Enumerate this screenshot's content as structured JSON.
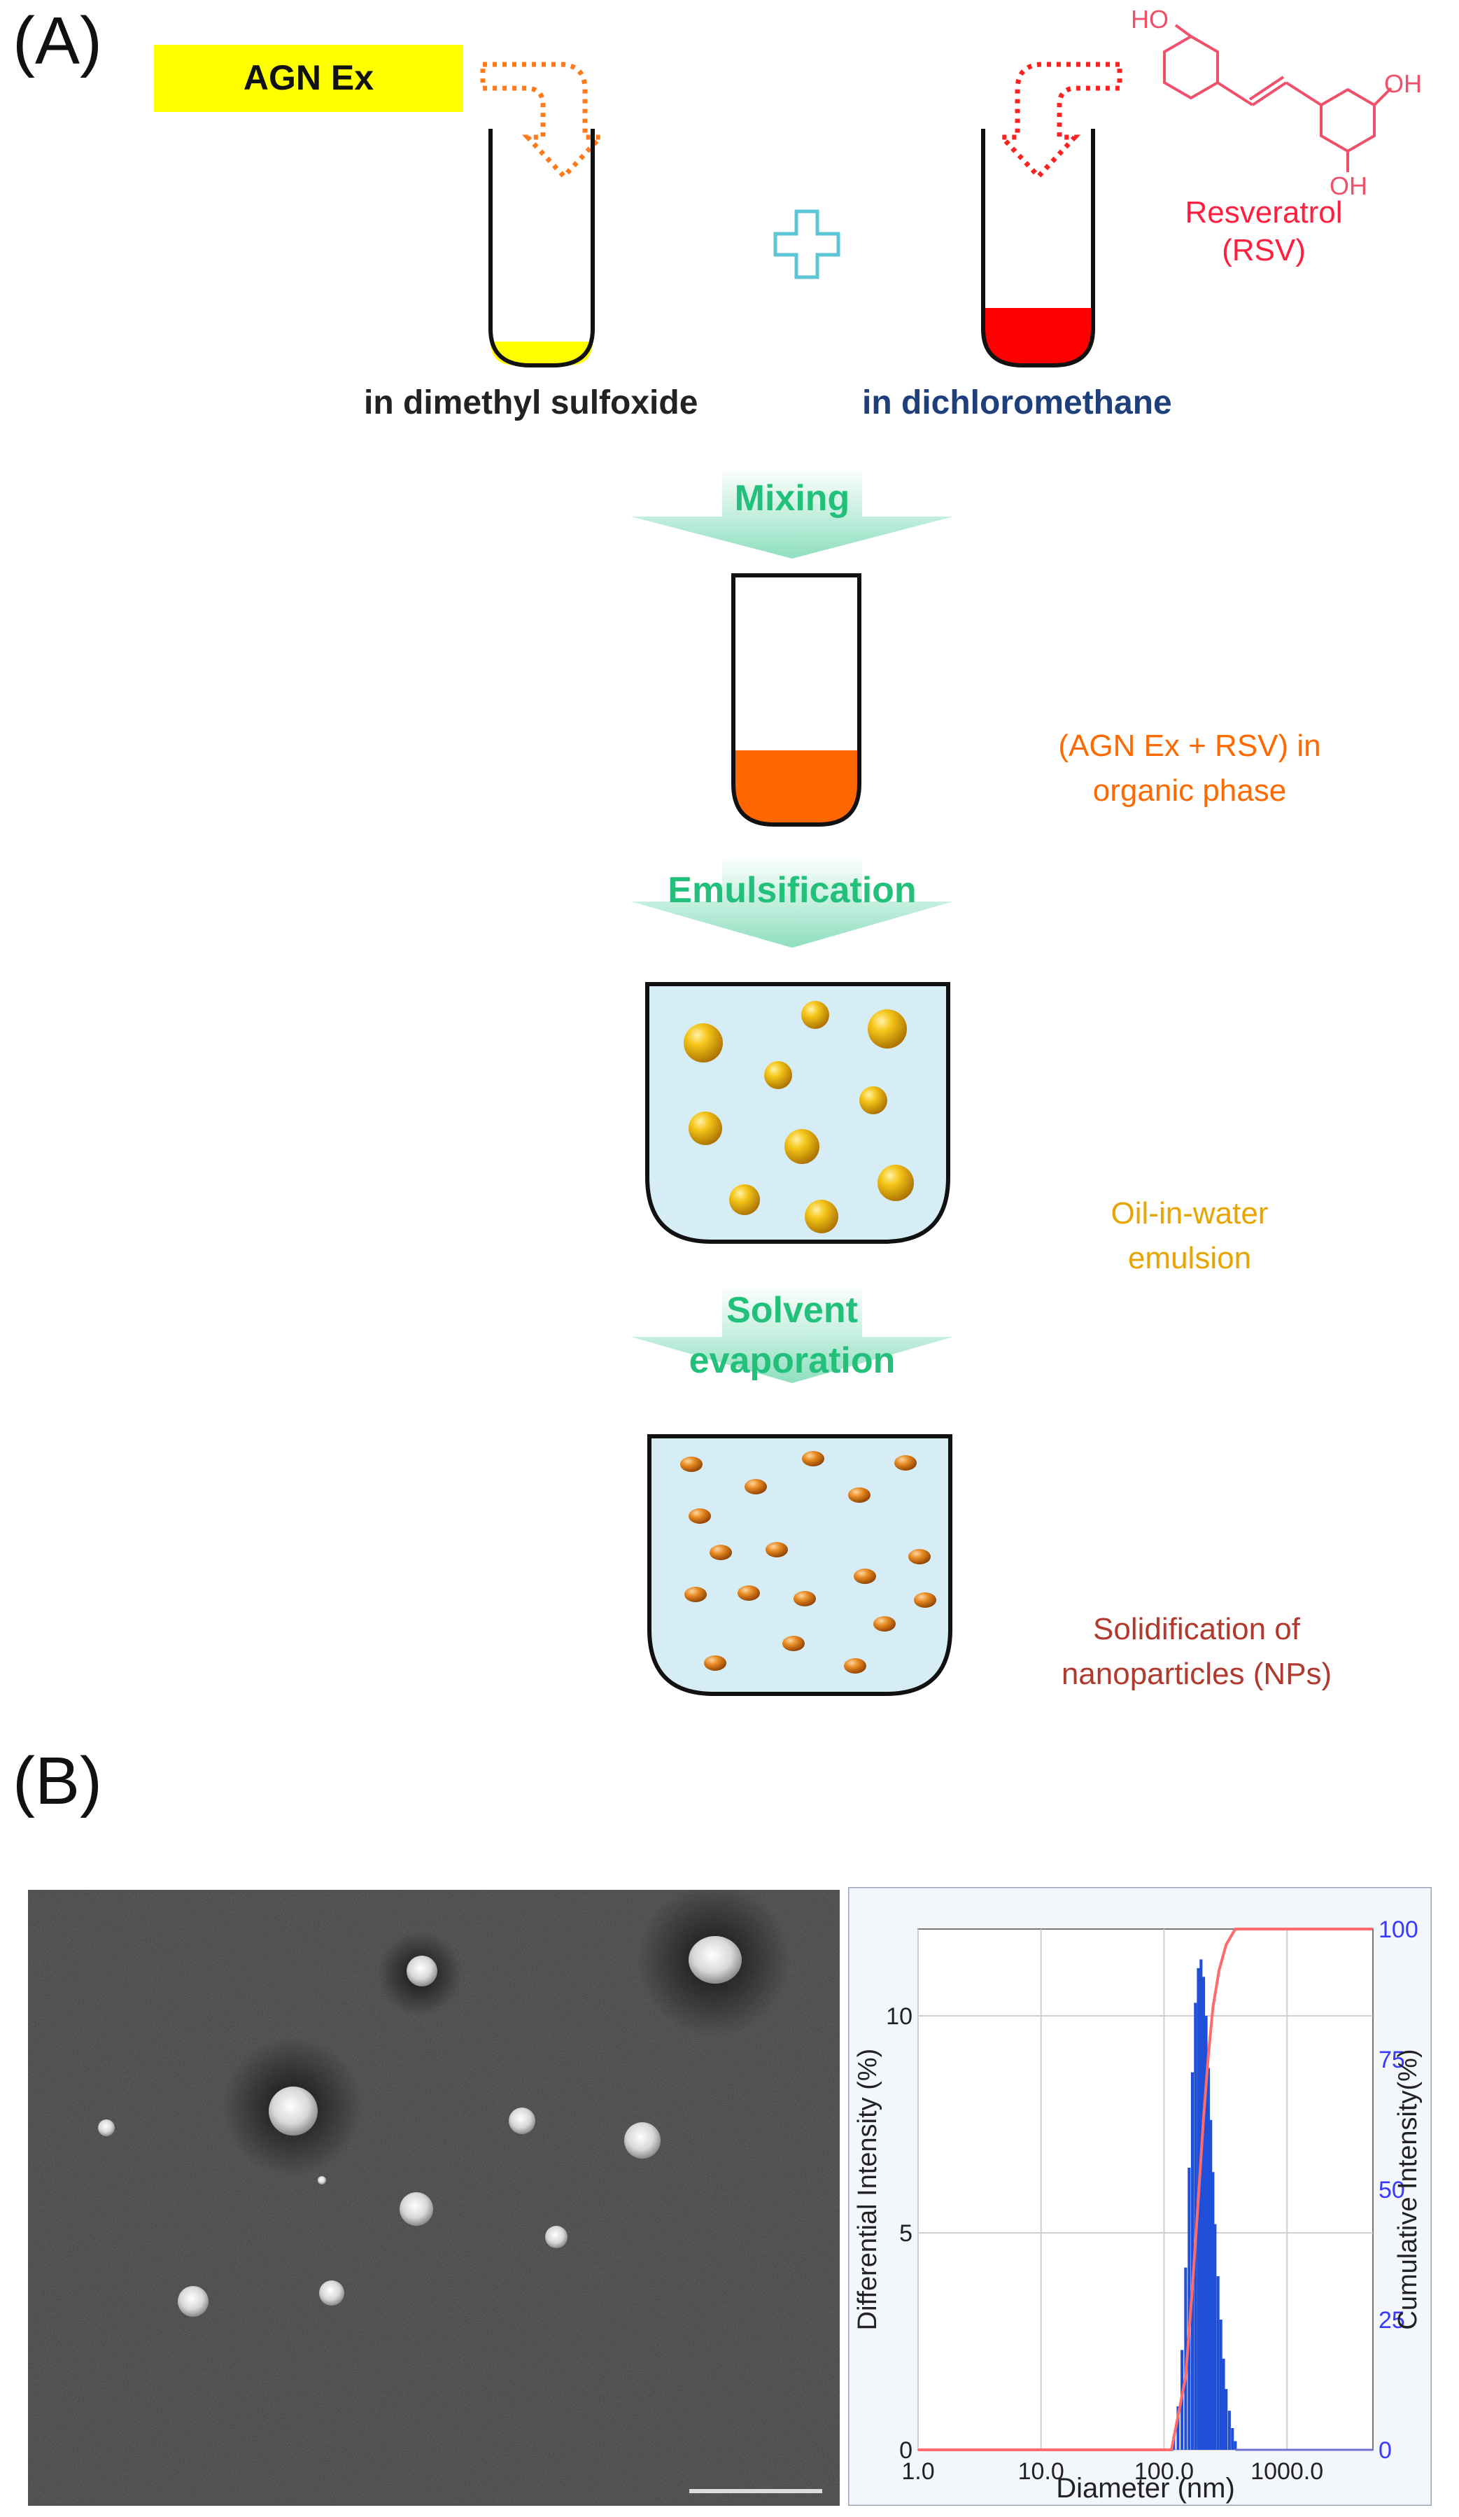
{
  "panels": {
    "a": "(A)",
    "b": "(B)"
  },
  "top": {
    "agn_label": "AGN Ex",
    "tube_left_caption": "in dimethyl sulfoxide",
    "tube_right_caption": "in dichloromethane",
    "molecule": {
      "oh_labels": [
        "HO",
        "OH",
        "OH"
      ],
      "name": "Resveratrol",
      "abbr": "(RSV)"
    }
  },
  "steps": [
    {
      "label": "Mixing",
      "note": [
        "(AGN Ex + RSV) in",
        "organic phase"
      ]
    },
    {
      "label": "Emulsification",
      "note": [
        "Oil-in-water",
        "emulsion"
      ]
    },
    {
      "label": [
        "Solvent",
        "evaporation"
      ],
      "note": [
        "Solidification of",
        "nanoparticles (NPs)"
      ]
    }
  ],
  "colors": {
    "yellow_box": "#ffff00",
    "agn": "#ffff00",
    "rsv_red": "#ff0000",
    "mix_orange": "#ff6600",
    "arrow_green": "#22c07a",
    "note_orange": "#ff6a00",
    "note_gold": "#e8a400",
    "note_brown": "#b03a2e",
    "caption_blue": "#1f3f7a",
    "water": "#d7edf5",
    "plus_cyan": "#5cc6d6"
  },
  "chart_data": {
    "type": "bar",
    "xlabel": "Diameter (nm)",
    "ylabel": "Differential Intensity (%)",
    "y2label": "Cumulative Intensity(%)",
    "x_scale": "log",
    "xlim": [
      1,
      5000
    ],
    "ylim": [
      0,
      12
    ],
    "y2lim": [
      0,
      100
    ],
    "x_ticks": [
      "1.0",
      "10.0",
      "100.0",
      "1000.0"
    ],
    "y_ticks": [
      "0",
      "5",
      "10"
    ],
    "y2_ticks": [
      "0",
      "25",
      "50",
      "75",
      "100"
    ],
    "grid": true,
    "series": [
      {
        "type": "bar",
        "x": [
          120,
          130,
          140,
          150,
          160,
          170,
          180,
          190,
          200,
          210,
          220,
          230,
          240,
          250,
          260,
          275,
          290,
          305,
          320,
          340,
          360,
          380
        ],
        "values": [
          0.3,
          1.0,
          2.3,
          4.2,
          6.5,
          8.7,
          10.3,
          11.1,
          11.3,
          10.9,
          10.0,
          8.8,
          7.6,
          6.4,
          5.2,
          4.0,
          3.0,
          2.1,
          1.4,
          0.9,
          0.5,
          0.2
        ]
      },
      {
        "type": "line",
        "axis": "right",
        "x": [
          1,
          115,
          150,
          170,
          190,
          210,
          230,
          250,
          280,
          320,
          380,
          500,
          1000,
          5000
        ],
        "values": [
          0,
          0,
          14,
          31,
          48,
          64,
          76,
          85,
          92,
          97,
          100,
          100,
          100,
          100
        ]
      }
    ]
  }
}
